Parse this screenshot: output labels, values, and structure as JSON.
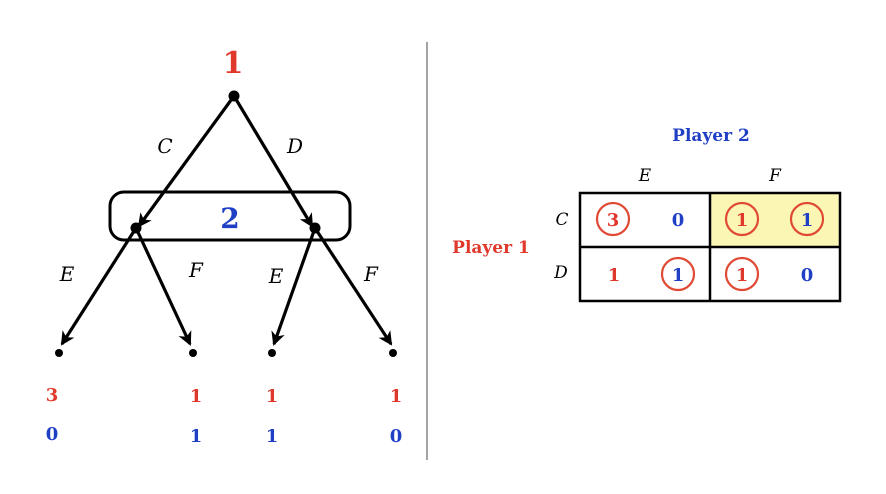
{
  "colors": {
    "player1": "#e0382b",
    "player2": "#1f3fc4",
    "line": "#000000",
    "highlight": "#fbf6b4",
    "circle": "#e04a35"
  },
  "tree": {
    "root_player": "1",
    "info_set_player": "2",
    "move_c": "C",
    "move_d": "D",
    "move_e_left": "E",
    "move_f_left": "F",
    "move_e_right": "E",
    "move_f_right": "F",
    "payoffs": [
      {
        "p1": "3",
        "p2": "0"
      },
      {
        "p1": "1",
        "p2": "1"
      },
      {
        "p1": "1",
        "p2": "1"
      },
      {
        "p1": "1",
        "p2": "0"
      }
    ]
  },
  "matrix": {
    "player2_label": "Player 2",
    "player1_label": "Player 1",
    "col_e": "E",
    "col_f": "F",
    "row_c": "C",
    "row_d": "D",
    "cells": {
      "ce": {
        "p1": "3",
        "p2": "0",
        "p1_circled": true,
        "p2_circled": false,
        "highlight": false
      },
      "cf": {
        "p1": "1",
        "p2": "1",
        "p1_circled": true,
        "p2_circled": true,
        "highlight": true
      },
      "de": {
        "p1": "1",
        "p2": "1",
        "p1_circled": false,
        "p2_circled": true,
        "highlight": false
      },
      "df": {
        "p1": "1",
        "p2": "0",
        "p1_circled": true,
        "p2_circled": false,
        "highlight": false
      }
    }
  }
}
